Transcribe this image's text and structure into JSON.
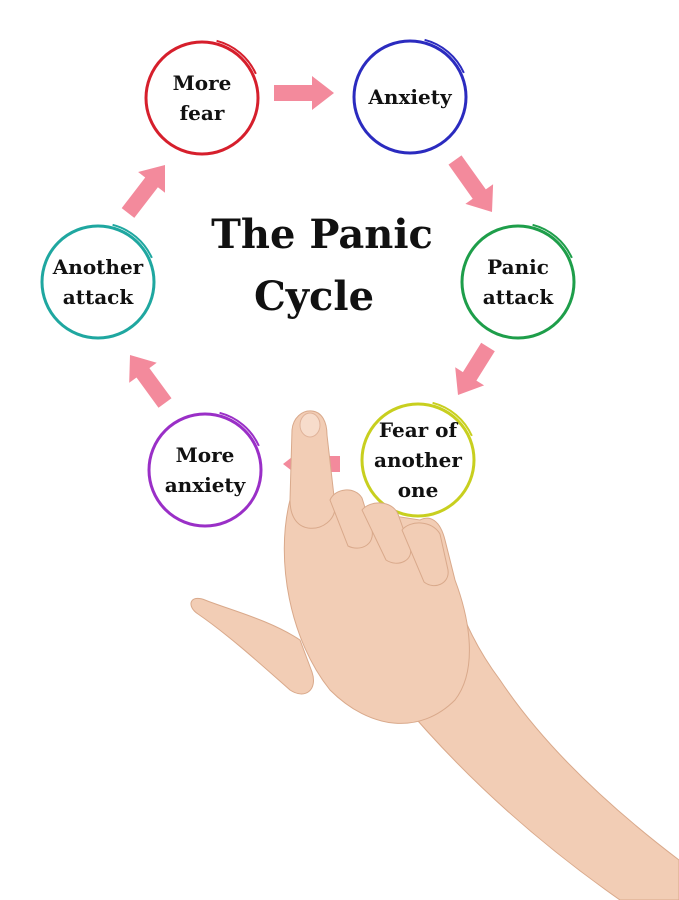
{
  "diagram": {
    "title_lines": [
      "The Panic",
      "Cycle"
    ],
    "nodes": [
      {
        "id": "anxiety",
        "lines": [
          "Anxiety"
        ],
        "color": "#2b2bbf"
      },
      {
        "id": "panic-attack",
        "lines": [
          "Panic",
          "attack"
        ],
        "color": "#1e9e4a"
      },
      {
        "id": "fear-of-another-one",
        "lines": [
          "Fear of",
          "another",
          "one"
        ],
        "color": "#c8cf1f"
      },
      {
        "id": "more-anxiety",
        "lines": [
          "More",
          "anxiety"
        ],
        "color": "#9a2fc7"
      },
      {
        "id": "another-attack",
        "lines": [
          "Another",
          "attack"
        ],
        "color": "#1fa7a0"
      },
      {
        "id": "more-fear",
        "lines": [
          "More",
          "fear"
        ],
        "color": "#d61f2c"
      }
    ],
    "arrow_color": "#f38a9c",
    "skin_color": "#f2cdb5"
  }
}
